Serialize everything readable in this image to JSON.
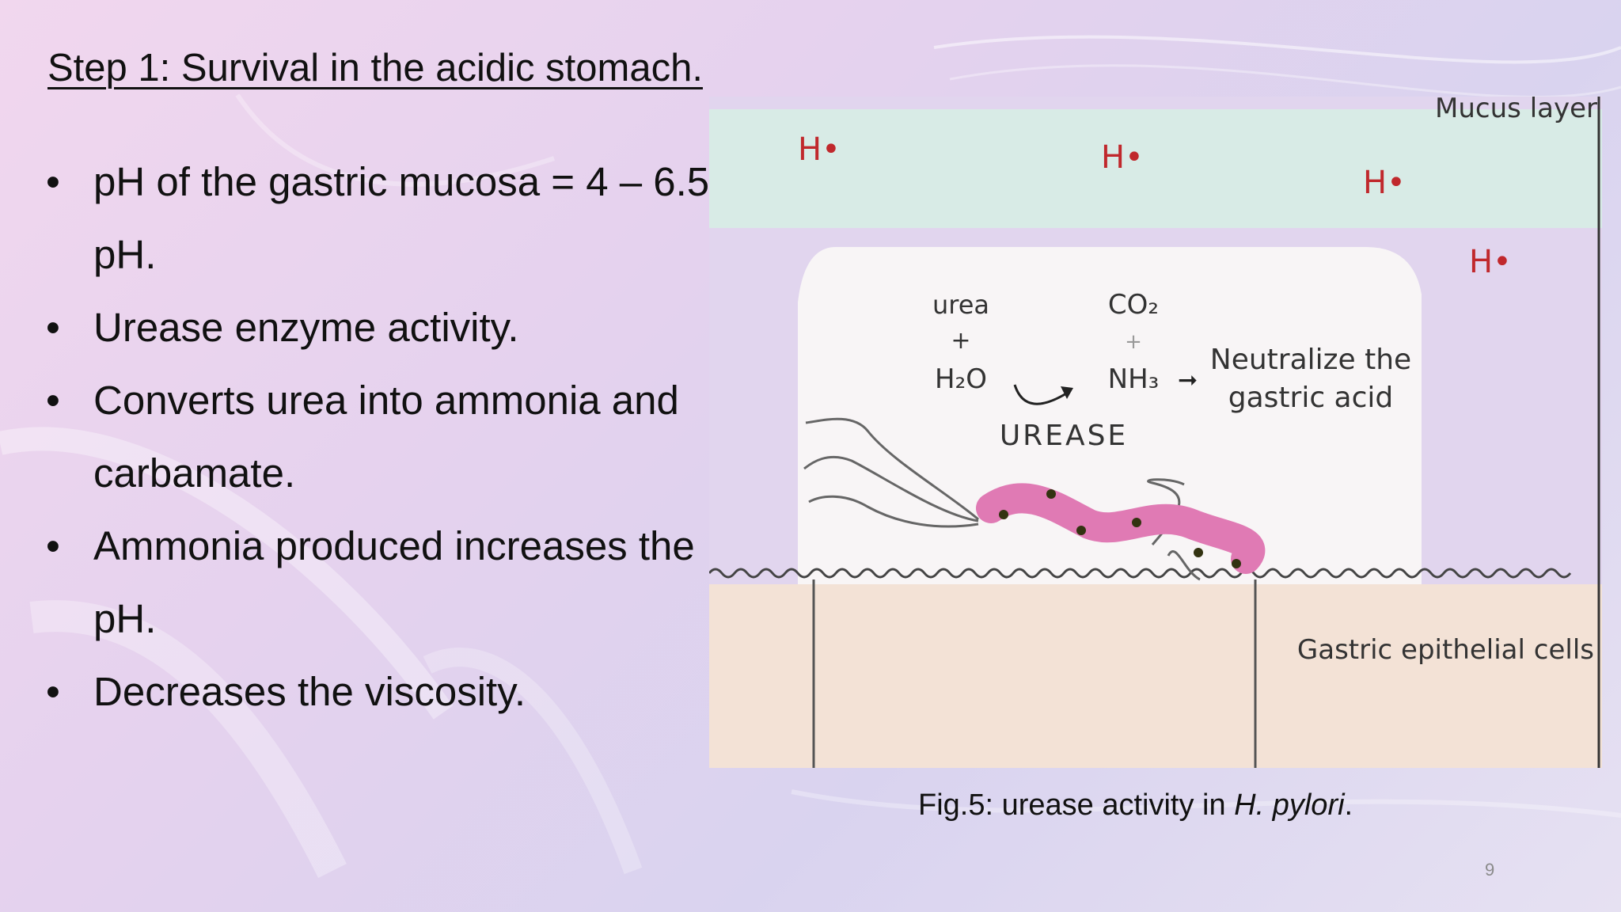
{
  "slide": {
    "title": "Step 1: Survival in the acidic stomach.",
    "bullet_char": "•",
    "bullets": [
      "pH of the gastric mucosa = 4 – 6.5 pH.",
      "Urease enzyme activity.",
      "Converts urea into ammonia and carbamate.",
      "Ammonia produced increases the pH.",
      "Decreases the viscosity."
    ],
    "page_number": "9"
  },
  "figure": {
    "mucus_label": "Mucus layer",
    "h_ion": "H•",
    "urea": "urea",
    "plus": "+",
    "h2o": "H₂O",
    "co2": "CO₂",
    "nh3": "NH₃",
    "arrow": "➞",
    "neutralize_line1": "Neutralize the",
    "neutralize_line2": "gastric acid",
    "urease": "UREASE",
    "epithelial_label": "Gastric epithelial cells",
    "colors": {
      "mucus": "#d8ebe6",
      "stomach": "#e1d5ee",
      "bubble": "#f8f5f6",
      "epithelium": "#f3e2d6",
      "h_ion": "#c0282c",
      "bacterium": "#e07ab4"
    }
  },
  "caption": {
    "prefix": "Fig.5: urease activity in ",
    "italic": "H. pylori",
    "suffix": "."
  }
}
